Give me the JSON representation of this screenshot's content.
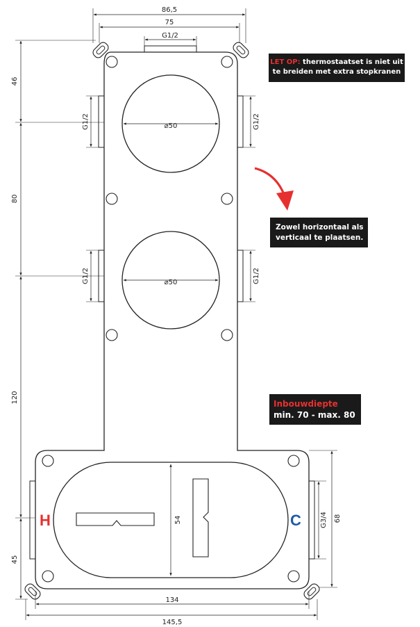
{
  "dimensions": {
    "top_width_outer": "86,5",
    "top_width_inner": "75",
    "top_connection": "G1/2",
    "left_top": "46",
    "left_mid": "80",
    "left_long": "120",
    "left_bottom": "45",
    "side_port": "G1/2",
    "circle_diameter": "⌀50",
    "bottom_height": "54",
    "right_port": "G3/4",
    "right_height": "68",
    "bottom_width_inner": "134",
    "bottom_width_outer": "145,5"
  },
  "labels": {
    "hot": "H",
    "cold": "C"
  },
  "callouts": {
    "note_prefix": "LET OP:",
    "note_line1": " thermostaatset is niet uit",
    "note_line2": "te breiden met extra stopkranen",
    "orientation_line1": "Zowel horizontaal als",
    "orientation_line2": "verticaal te plaatsen.",
    "depth_title": "Inbouwdiepte",
    "depth_value": "min. 70 - max. 80"
  },
  "colors": {
    "hot": "#e63030",
    "cold": "#1f5aa6",
    "arrow": "#e63030",
    "callout_bg": "#1a1a1a"
  }
}
